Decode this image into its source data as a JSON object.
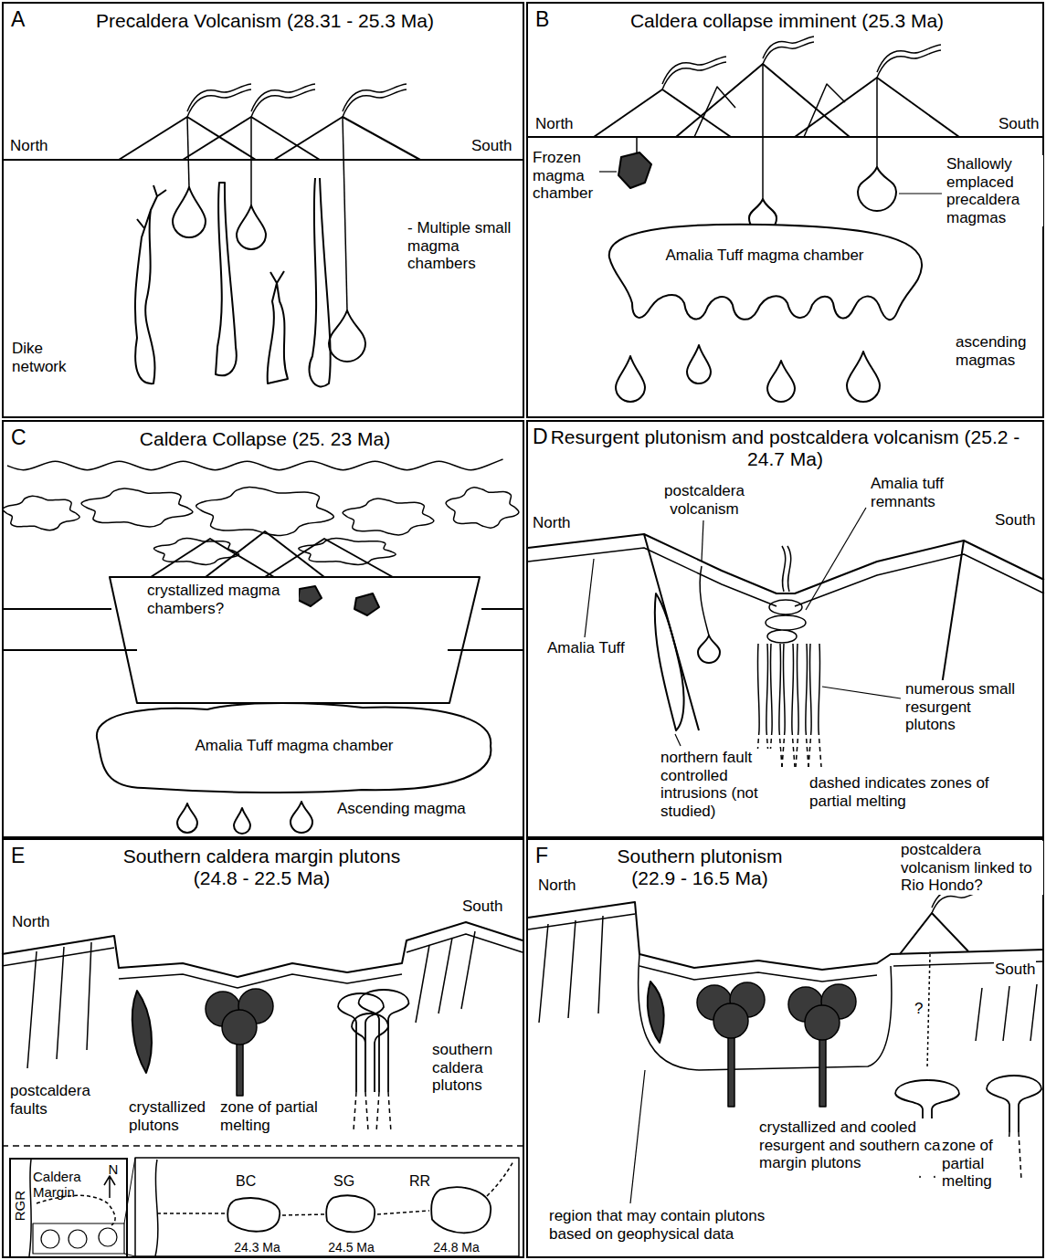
{
  "diagram": {
    "nodes": [
      {
        "text": [
          "A",
          "Precaldera Volcanism (28.31 - 25.3 Ma)"
        ]
      },
      {
        "text": [
          "B",
          "Caldera collapse imminent (25.3 Ma)"
        ]
      },
      {
        "text": [
          "Amalia Tuff magma chamber"
        ],
        "in": 1
      },
      {
        "text": [
          "C",
          "Caldera Collapse (25. 23 Ma)"
        ]
      },
      {
        "text": [
          "Amalia Tuff magma chamber"
        ],
        "in": 3
      },
      {
        "text": [
          "D",
          "Resurgent plutonism and postcaldera volcanism (25.2 - 24.7 Ma)"
        ]
      },
      {
        "text": [
          "E",
          "Southern caldera margin plutons (24.8 - 22.5 Ma)"
        ]
      },
      {
        "text": [
          "RGR",
          "Caldera Margin",
          "N"
        ],
        "in": 6
      },
      {
        "text": [
          "BC",
          "24.3 Ma"
        ],
        "in": 6
      },
      {
        "text": [
          "SG",
          "24.5 Ma"
        ],
        "in": 6
      },
      {
        "text": [
          "RR",
          "24.8 Ma"
        ],
        "in": 6
      },
      {
        "text": [
          "F",
          "Southern plutonism (22.9 - 16.5 Ma)"
        ]
      }
    ],
    "edges": [
      {
        "from": 8,
        "to": 9,
        "arrow": "none"
      },
      {
        "from": 9,
        "to": 10,
        "arrow": "none"
      }
    ],
    "labels": [
      "North",
      "South",
      "Dike network",
      "- Multiple small magma chambers",
      "North",
      "South",
      "Frozen magma chamber",
      "Shallowly emplaced precaldera magmas",
      "ascending magmas",
      "crystallized magma chambers?",
      "Ascending magma",
      "North",
      "South",
      "postcaldera volcanism",
      "Amalia tuff remnants",
      "Amalia Tuff",
      "numerous small resurgent plutons",
      "northern fault controlled intrusions (not studied)",
      "dashed indicates zones of partial melting",
      "North",
      "South",
      "postcaldera faults",
      "crystallized plutons",
      "zone of partial melting",
      "southern caldera plutons",
      "postcaldera volcanism linked to Rio Hondo?",
      "North",
      "South",
      "?",
      "crystallized and cooled resurgent and southern caldera margin plutons",
      "region that may contain plutons based on geophysical data",
      "zone of partial melting"
    ]
  }
}
